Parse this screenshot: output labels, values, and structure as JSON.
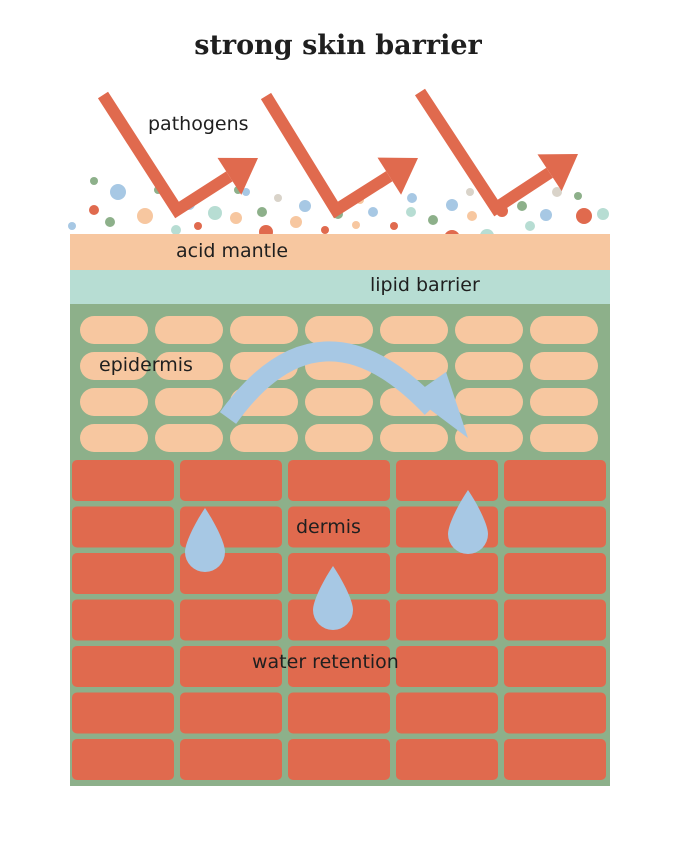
{
  "title": "strong skin barrier",
  "labels": {
    "pathogens": "pathogens",
    "acid_mantle": "acid mantle",
    "lipid_barrier": "lipid barrier",
    "epidermis": "epidermis",
    "dermis": "dermis",
    "water_retention": "water retention"
  },
  "colors": {
    "pathogen_arrow": "#e06a4e",
    "acid_mantle": "#f7c7a0",
    "lipid_barrier": "#b7ddd3",
    "epidermis_bg": "#8db08a",
    "epidermis_cell": "#f7c7a0",
    "dermis_cell": "#e06a4e",
    "grout": "#8db08a",
    "water": "#a7c8e4",
    "curved_arrow": "#a7c8e4",
    "particle_palette": [
      "#8db08a",
      "#a7c8e4",
      "#b7ddd3",
      "#e06a4e",
      "#f7c7a0",
      "#d9d3c9"
    ]
  },
  "icons": {
    "pathogen_arrow": "zigzag-arrow-icon",
    "curved_arrow": "curved-arrow-icon",
    "water_drop": "water-drop-icon"
  }
}
